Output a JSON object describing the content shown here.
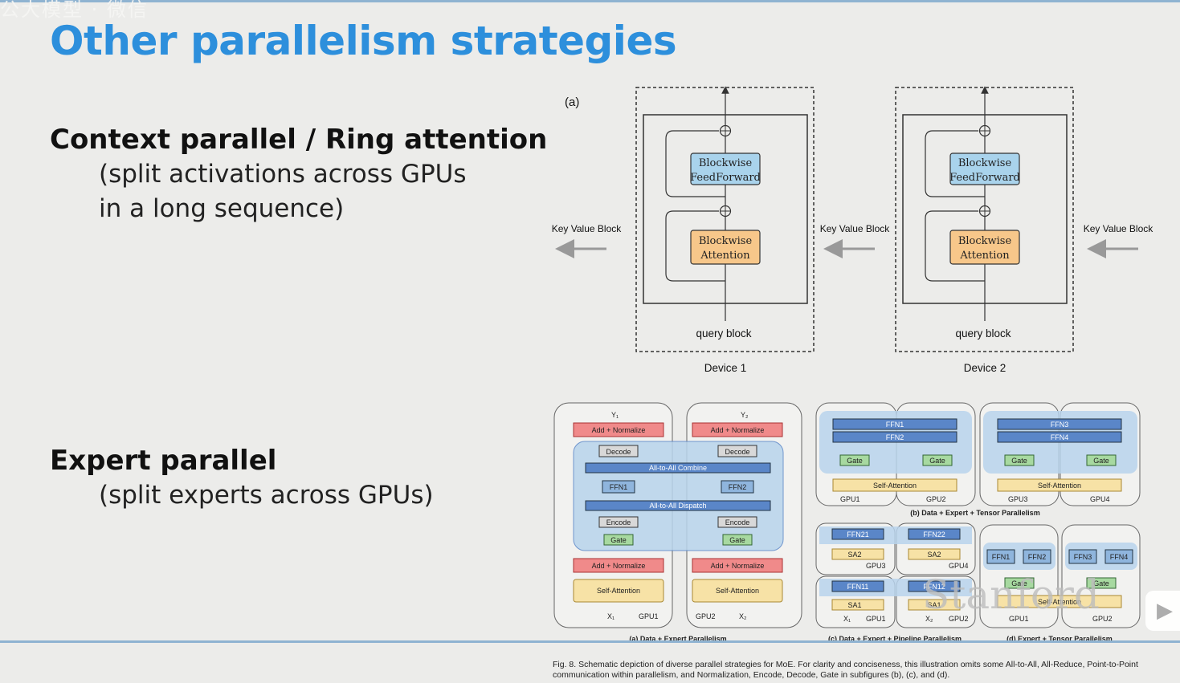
{
  "watermark_top": "公大模型 · 微信",
  "title": "Other parallelism strategies",
  "sections": [
    {
      "heading": "Context parallel / Ring attention",
      "lines": [
        "(split activations across GPUs",
        "in a long sequence)"
      ]
    },
    {
      "heading": "Expert parallel",
      "lines": [
        "(split experts across GPUs)"
      ]
    }
  ],
  "figure_a": {
    "panel_label": "(a)",
    "ffn_line1": "Blockwise",
    "ffn_line2": "FeedForward",
    "attn_line1": "Blockwise",
    "attn_line2": "Attention",
    "kv_label": "Key Value Block",
    "query_label": "query block",
    "device1": "Device 1",
    "device2": "Device 2"
  },
  "figure_moe": {
    "a_y1": "Y₁",
    "a_y2": "Y₂",
    "a_x1": "X₁",
    "a_x2": "X₂",
    "add_norm": "Add + Normalize",
    "decode": "Decode",
    "combine": "All-to-All Combine",
    "dispatch": "All-to-All Dispatch",
    "ffn1": "FFN1",
    "ffn2": "FFN2",
    "ffn3": "FFN3",
    "ffn4": "FFN4",
    "encode": "Encode",
    "gate": "Gate",
    "self_attn": "Self-Attention",
    "gpu1": "GPU1",
    "gpu2": "GPU2",
    "gpu3": "GPU3",
    "gpu4": "GPU4",
    "ffn21": "FFN21",
    "ffn22": "FFN22",
    "ffn11": "FFN11",
    "ffn12": "FFN12",
    "sa1": "SA1",
    "sa2": "SA2",
    "sub_a": "(a) Data + Expert Parallelism",
    "sub_b": "(b) Data + Expert + Tensor Parallelism",
    "sub_c": "(c) Data + Expert + Pipeline Parallelism",
    "sub_d": "(d) Expert + Tensor Parallelism",
    "caption": "Fig. 8. Schematic depiction of diverse parallel strategies for MoE. For clarity and conciseness, this illustration omits some All-to-All, All-Reduce, Point-to-Point communication within parallelism, and Normalization, Encode, Decode, Gate in subfigures (b), (c), and (d)."
  },
  "watermark_stanford": "Stanford",
  "colors": {
    "title": "#2d8fdc",
    "ffn_block": "#a9d3ec",
    "attn_block": "#f7c78a",
    "add_norm": "#f08a8a",
    "self_attn": "#f7e2a6",
    "gate": "#a7d9a0",
    "dispatch": "#5a86c8"
  }
}
